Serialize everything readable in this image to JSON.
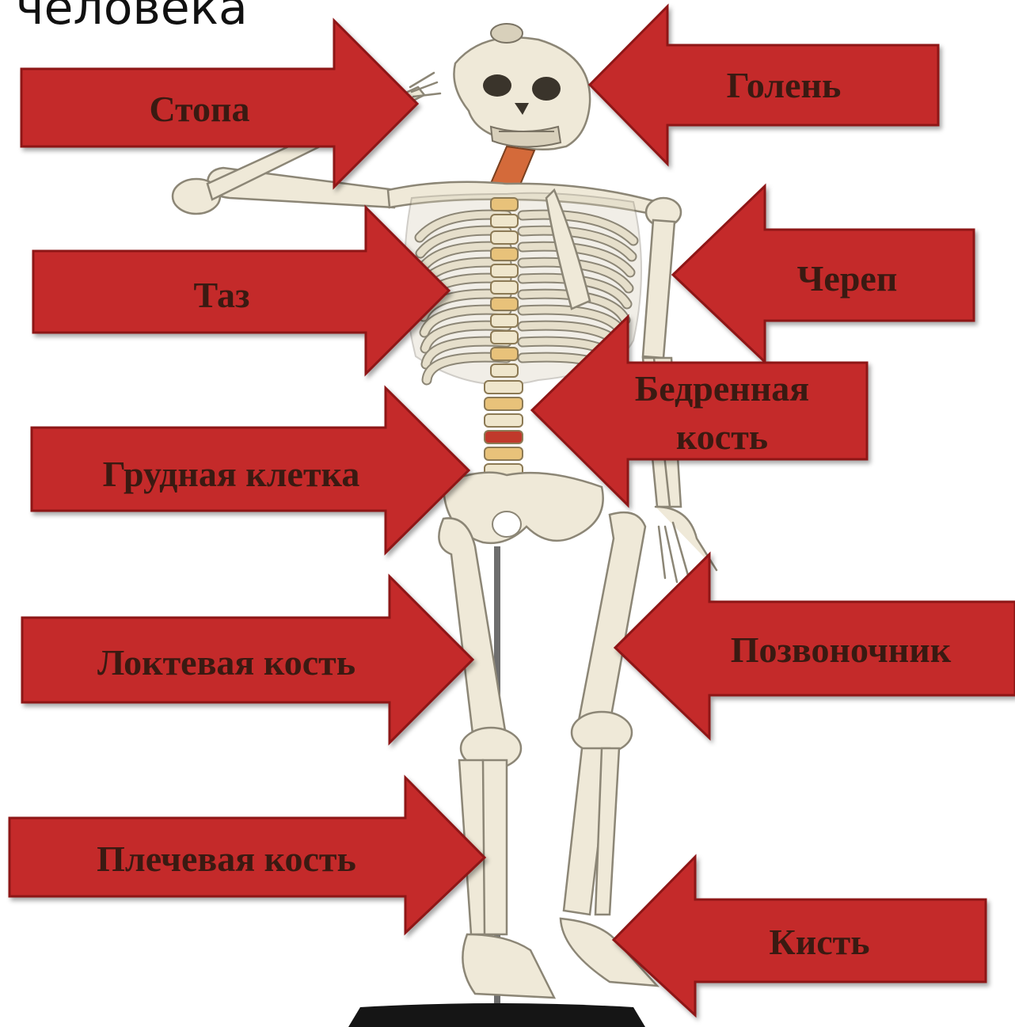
{
  "slide": {
    "title_fragment": "человека"
  },
  "labels": [
    {
      "id": "stopa",
      "text": "Стопа"
    },
    {
      "id": "golen",
      "text": "Голень"
    },
    {
      "id": "taz",
      "text": "Таз"
    },
    {
      "id": "cherep",
      "text": "Череп"
    },
    {
      "id": "bedrennaya",
      "line1": "Бедренная",
      "line2": "кость"
    },
    {
      "id": "grudnaya",
      "text": "Грудная клетка"
    },
    {
      "id": "loktevaya",
      "text": "Локтевая кость"
    },
    {
      "id": "pozvonochnik",
      "text": "Позвоночник"
    },
    {
      "id": "plechevaya",
      "text": "Плечевая кость"
    },
    {
      "id": "kist",
      "text": "Кисть"
    }
  ],
  "colors": {
    "arrow_fill": "#c4292c",
    "arrow_edge": "#8e1618",
    "label_text": "#3a1a12",
    "bone": "#efe9d8"
  }
}
